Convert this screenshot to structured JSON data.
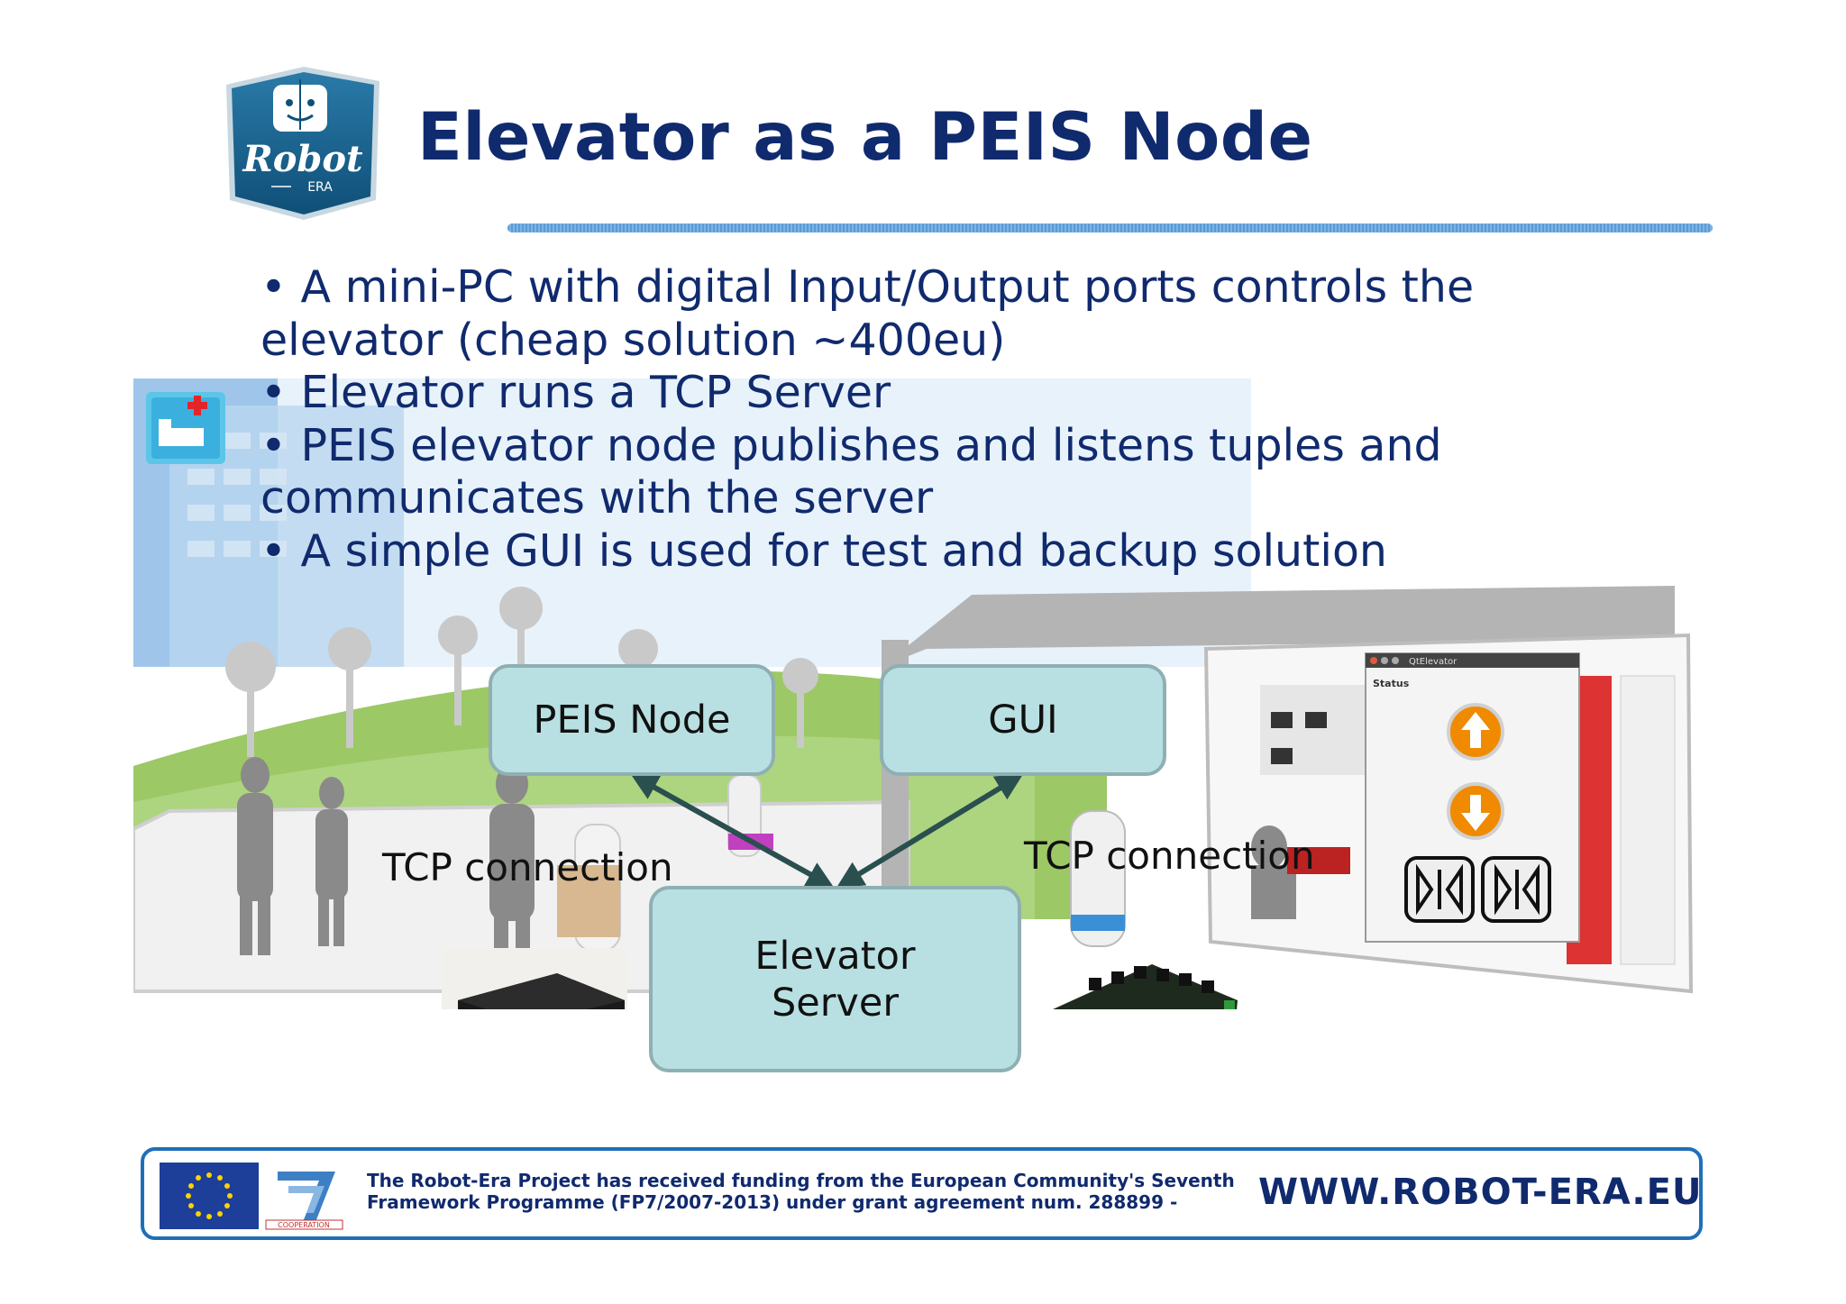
{
  "header": {
    "logo_text": "Robot",
    "logo_subtext": "ERA",
    "title": "Elevator as a PEIS Node"
  },
  "bullets": [
    "• A mini-PC with digital Input/Output ports controls the",
    "elevator (cheap solution ~400eu)",
    "• Elevator runs a TCP Server",
    "• PEIS elevator node publishes and listens tuples and",
    "communicates with the server",
    "• A simple GUI is used for test and backup solution"
  ],
  "diagram": {
    "peis_node": "PEIS Node",
    "gui": "GUI",
    "elevator_server_line1": "Elevator",
    "elevator_server_line2": "Server",
    "tcp_left": "TCP connection",
    "tcp_right": "TCP connection"
  },
  "gui_window": {
    "title": "QtElevator",
    "status_label": "Status"
  },
  "footer": {
    "funding_line1": "The Robot-Era Project has received funding from the European Community's Seventh",
    "funding_line2": "Framework Programme (FP7/2007-2013) under grant agreement num. 288899 -",
    "fp7_label": "COOPERATION",
    "url": "WWW.ROBOT-ERA.EU"
  },
  "colors": {
    "title": "#102a6e",
    "box_fill": "#b8e0e2",
    "arrow": "#2a4f4f",
    "footer_border": "#1f6fb8"
  }
}
